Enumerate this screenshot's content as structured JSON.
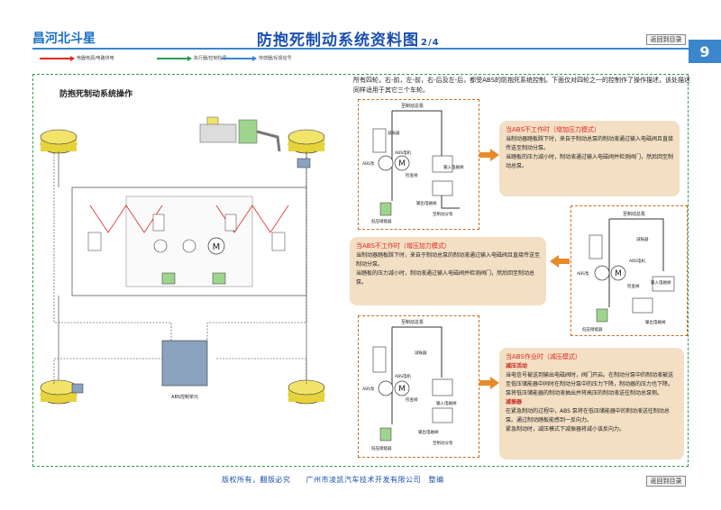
{
  "header": {
    "brand": "昌河北斗星",
    "title": "防抱死制动系统资料图",
    "title_page": "2/4",
    "return_label": "返回到目录",
    "page_number": "9"
  },
  "legend": [
    {
      "label": "电器电源/电路供电",
      "color": "#e3281f"
    },
    {
      "label": "执行器/控制信号",
      "color": "#2e9d4a"
    },
    {
      "label": "传感器/反馈信号",
      "color": "#3c86cc"
    }
  ],
  "intro": "所有四轮，右-前，左-前，右-后及左-后，都受ABS的防抱死系统控制。下面仅对四轮之一的控制作了操作描述，该处描述同样适用于其它三个车轮。",
  "system": {
    "title": "防抱死制动系统操作"
  },
  "callouts": {
    "normal": {
      "title": "当ABS不工作时（增加压力模式）",
      "lines": [
        "当制动器踏板踩下时，来自于制动总泵的制动液通过输入电磁阀且直接传送至制动分泵。",
        "当踏板的压力减小时，制动液通过输入电磁阀并检测阀门，然后回至制动总泵。"
      ]
    },
    "hold": {
      "title": "当ABS不工作时（增压加力模式）",
      "lines": [
        "当制动器踏板踩下时，来自于制动总泵的制动液通过输入电磁阀且直接传送至制动分泵。",
        "当踏板的压力减小时，制动液通过输入电磁阀并检测阀门，然后回至制动总泵。"
      ]
    },
    "active": {
      "title": "当ABS作业时（减压模式）",
      "sub1": "减压活动",
      "text1": "当电信号被送到输出电磁阀时，阀门开启。在制动分泵中的制动液被送至低压储能器中同时在制动分泵中的压力下降，制动器的压力也下降。泵将低压储能器的制动液抽出并将高压的制动液送往制动总泵侧。",
      "sub2": "减振器",
      "text2": "在紧急制动的过程中，ABS 泵将在低压储能器中的制动液送往制动总泵。通过制动踏板能感到一反向力。",
      "text3": "紧急制动时，减压模式下减振器将减小该反向力。"
    }
  },
  "diagram_labels": {
    "master_cyl": "至制动总泵",
    "check_valve": "检查阀",
    "abs_pump": "ABS泵",
    "abs_motor": "ABS电机",
    "inlet_valve": "输入电磁阀",
    "outlet_valve": "输出电磁阀",
    "accumulator": "低压储能器",
    "to_caliper": "至制动分泵",
    "damper": "减振器",
    "abs_ecu": "ABS控制单元",
    "motor": "M"
  },
  "footer": "版权所有，翻版必究　　广州市凌凯汽车技术开发有限公司　整编"
}
